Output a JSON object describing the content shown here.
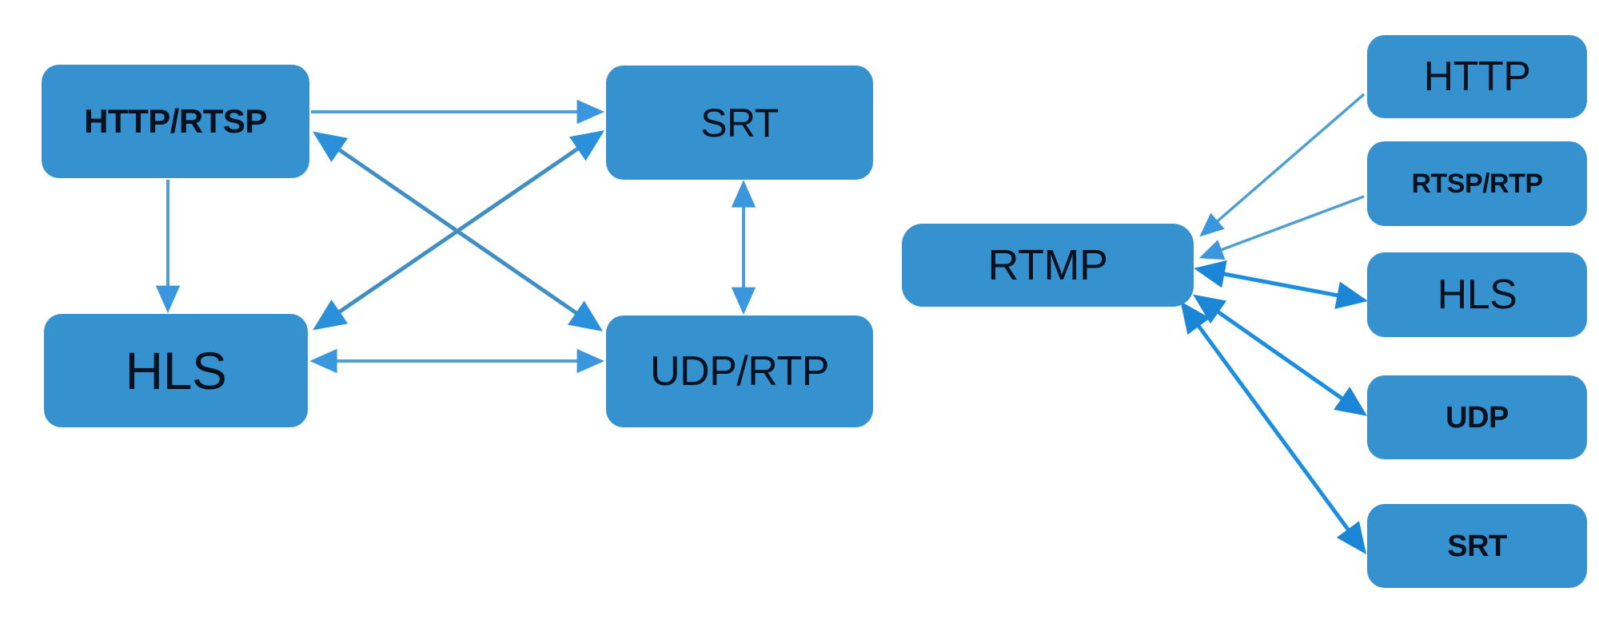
{
  "diagram": {
    "title": "Streaming protocol conversion diagram",
    "colors": {
      "node_fill": "#3592ce",
      "node_text": "#05111f",
      "arrow_light": "#4f9fd1",
      "arrow_medium": "#3f8fc4",
      "arrow_bright": "#1b8ee0",
      "background": "#ffffff"
    },
    "left_cluster": {
      "name": "protocol-mesh",
      "nodes": [
        {
          "id": "http-rtsp",
          "label": "HTTP/RTSP"
        },
        {
          "id": "srt",
          "label": "SRT"
        },
        {
          "id": "hls",
          "label": "HLS"
        },
        {
          "id": "udp-rtp",
          "label": "UDP/RTP"
        }
      ],
      "edges": [
        {
          "id": "e-httprtsp-srt",
          "from": "http-rtsp",
          "to": "srt",
          "arrows": "single",
          "shape": "horizontal"
        },
        {
          "id": "e-httprtsp-hls",
          "from": "http-rtsp",
          "to": "hls",
          "arrows": "single",
          "shape": "vertical"
        },
        {
          "id": "e-srt-udprtp",
          "from": "srt",
          "to": "udp-rtp",
          "arrows": "double",
          "shape": "vertical"
        },
        {
          "id": "e-hls-udprtp",
          "from": "hls",
          "to": "udp-rtp",
          "arrows": "double",
          "shape": "horizontal"
        },
        {
          "id": "e-httprtsp-udprtp",
          "from": "http-rtsp",
          "to": "udp-rtp",
          "arrows": "double",
          "shape": "diagonal"
        },
        {
          "id": "e-hls-srt",
          "from": "hls",
          "to": "srt",
          "arrows": "double",
          "shape": "diagonal"
        }
      ]
    },
    "right_cluster": {
      "name": "rtmp-hub",
      "hub": {
        "id": "rtmp",
        "label": "RTMP"
      },
      "nodes": [
        {
          "id": "http-r",
          "label": "HTTP"
        },
        {
          "id": "rtsp-rtp",
          "label": "RTSP/RTP"
        },
        {
          "id": "hls-r",
          "label": "HLS"
        },
        {
          "id": "udp-r",
          "label": "UDP"
        },
        {
          "id": "srt-r",
          "label": "SRT"
        }
      ],
      "edges": [
        {
          "id": "e-http-rtmp",
          "from": "http-r",
          "to": "rtmp",
          "arrows": "single",
          "direction": "to-hub"
        },
        {
          "id": "e-rtsprtp-rtmp",
          "from": "rtsp-rtp",
          "to": "rtmp",
          "arrows": "single",
          "direction": "to-hub"
        },
        {
          "id": "e-rtmp-hlsr",
          "from": "rtmp",
          "to": "hls-r",
          "arrows": "double",
          "direction": "both"
        },
        {
          "id": "e-rtmp-udpr",
          "from": "rtmp",
          "to": "udp-r",
          "arrows": "double",
          "direction": "both"
        },
        {
          "id": "e-srtr-rtmp",
          "from": "srt-r",
          "to": "rtmp",
          "arrows": "double",
          "direction": "both"
        }
      ]
    }
  }
}
